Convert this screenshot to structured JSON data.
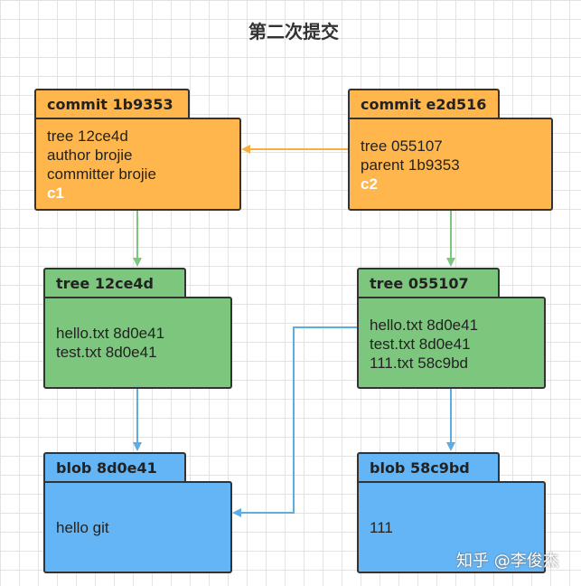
{
  "title": "第二次提交",
  "colors": {
    "commit": "#FFB74D",
    "tree": "#7DC67E",
    "blob": "#64B5F6",
    "commit_arrow": "#F5B041",
    "tree_arrow": "#7DC67E",
    "blob_arrow": "#5DADE2"
  },
  "nodes": {
    "commit_c1": {
      "header": "commit 1b9353",
      "lines": [
        "tree 12ce4d",
        "author brojie",
        "committer brojie"
      ],
      "tag": "c1"
    },
    "commit_c2": {
      "header": "commit e2d516",
      "lines": [
        "tree  055107",
        "parent 1b9353"
      ],
      "tag": "c2"
    },
    "tree_1": {
      "header": "tree 12ce4d",
      "lines": [
        "hello.txt 8d0e41",
        "test.txt 8d0e41"
      ]
    },
    "tree_2": {
      "header": "tree 055107",
      "lines": [
        "hello.txt 8d0e41",
        "test.txt 8d0e41",
        "111.txt 58c9bd"
      ]
    },
    "blob_1": {
      "header": "blob 8d0e41",
      "lines": [
        "hello git"
      ]
    },
    "blob_2": {
      "header": "blob 58c9bd",
      "lines": [
        "111"
      ]
    }
  },
  "watermark": "知乎 @李俊杰"
}
